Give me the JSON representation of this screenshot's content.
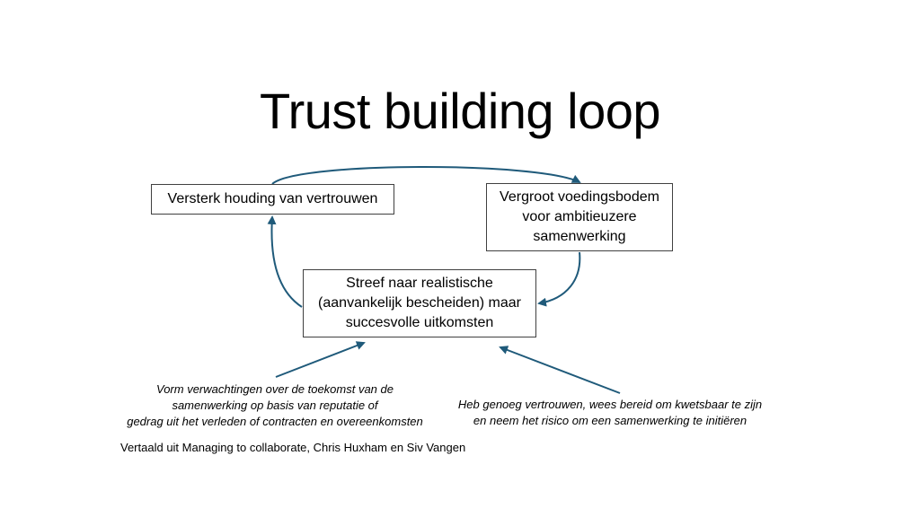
{
  "slide": {
    "title": "Trust building loop",
    "boxes": {
      "left": "Versterk houding van vertrouwen",
      "right": "Vergroot voedingsbodem\nvoor ambitieuzere\nsamenwerking",
      "center": "Streef naar realistische\n(aanvankelijk bescheiden) maar\nsuccesvolle uitkomsten"
    },
    "notes": {
      "left": "Vorm verwachtingen over de toekomst van de\nsamenwerking op basis van reputatie of\ngedrag uit het verleden of contracten en overeenkomsten",
      "right": "Heb genoeg vertrouwen, wees bereid om kwetsbaar te zijn\nen neem het risico om een samenwerking te initiëren"
    },
    "source": "Vertaald uit Managing to collaborate, Chris Huxham en Siv Vangen"
  },
  "colors": {
    "arrow": "#1f5a7a",
    "box_border": "#404040"
  }
}
